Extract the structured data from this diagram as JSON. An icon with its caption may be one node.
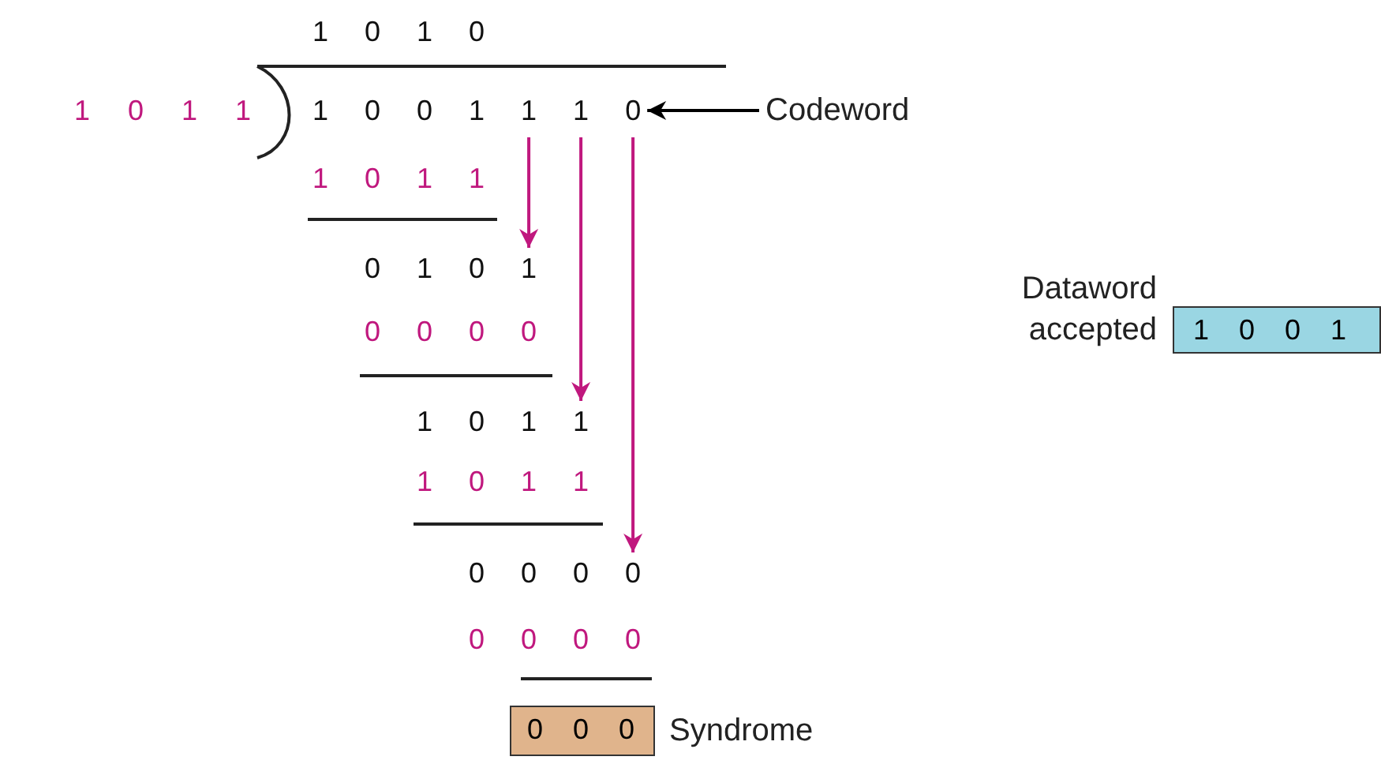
{
  "diagram": {
    "nodes": [
      {
        "text": [
          "Codeword"
        ]
      },
      {
        "text": [
          "1 0 0 1 1 1 0"
        ]
      },
      {
        "text": [
          "0 1 0 1"
        ]
      },
      {
        "text": [
          "1 0 1 1"
        ]
      },
      {
        "text": [
          "0 0 0 0"
        ]
      },
      {
        "text": [
          "0 0 0"
        ],
        "beside": [
          "Syndrome"
        ]
      },
      {
        "text": [
          "1 0 0 1"
        ],
        "beside": [
          "Dataword accepted"
        ]
      }
    ],
    "edges": [
      {
        "from": 0,
        "to": 1,
        "arrow": "to",
        "color": "#000000"
      },
      {
        "from": 1,
        "to": 2,
        "arrow": "to",
        "color": "#c0187e"
      },
      {
        "from": 1,
        "to": 3,
        "arrow": "to",
        "color": "#c0187e"
      },
      {
        "from": 1,
        "to": 4,
        "arrow": "to",
        "color": "#c0187e"
      }
    ],
    "labels": [
      "1 0 1 0",
      "1 0 1 1",
      "1 0 1 1",
      "0 0 0 0",
      "1 0 1 1",
      "0 0 0 0"
    ]
  }
}
